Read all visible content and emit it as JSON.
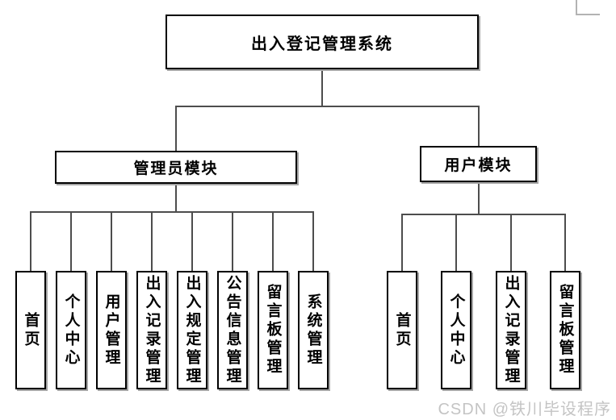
{
  "diagram": {
    "root": {
      "label": "出入登记管理系统"
    },
    "modules": [
      {
        "label": "管理员模块",
        "children": [
          "首页",
          "个人中心",
          "用户管理",
          "出入记录管理",
          "出入规定管理",
          "公告信息管理",
          "留言板管理",
          "系统管理"
        ]
      },
      {
        "label": "用户模块",
        "children": [
          "首页",
          "个人中心",
          "出入记录管理",
          "留言板管理"
        ]
      }
    ]
  },
  "watermark": {
    "text": "CSDN @铁川毕设程序"
  },
  "colors": {
    "background": "#ffffff",
    "box_border": "#000000",
    "box_shadow": "#a6a6a6",
    "connector": "#4d4d4d",
    "cropped_corner": "#b3b3b3",
    "watermark": "#c4c4c4"
  }
}
